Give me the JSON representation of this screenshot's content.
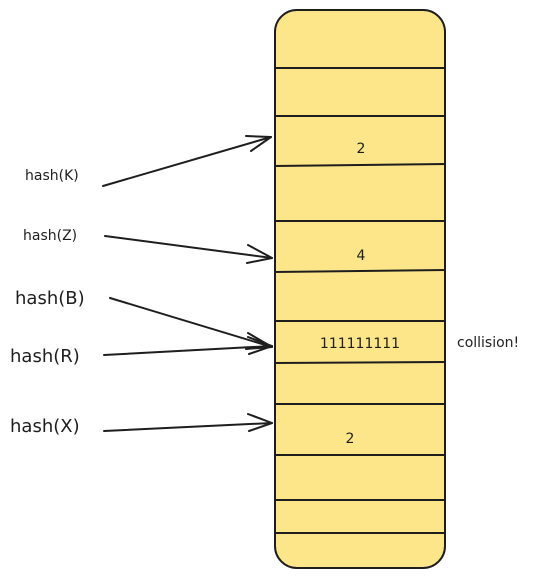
{
  "table": {
    "fill": "#fde68a",
    "stroke": "#1e1e1e",
    "values": [
      "",
      "2",
      "",
      "4",
      "",
      "111111111",
      "",
      "2",
      "",
      "",
      ""
    ]
  },
  "keys": [
    {
      "label": "hash(K)",
      "target_bucket": 1
    },
    {
      "label": "hash(Z)",
      "target_bucket": 3
    },
    {
      "label": "hash(B)",
      "target_bucket": 5
    },
    {
      "label": "hash(R)",
      "target_bucket": 5
    },
    {
      "label": "hash(X)",
      "target_bucket": 7
    }
  ],
  "annotation": {
    "text": "collision!",
    "bucket": 5
  }
}
